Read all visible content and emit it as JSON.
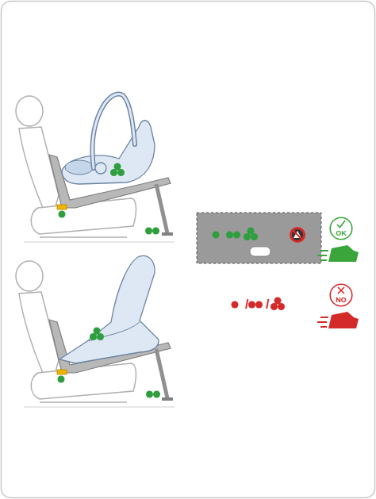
{
  "diagram": {
    "nodes": [
      {
        "text": [
          "OK"
        ]
      },
      {
        "text": [
          "NO"
        ]
      }
    ],
    "labels": [
      "/",
      "/"
    ]
  }
}
